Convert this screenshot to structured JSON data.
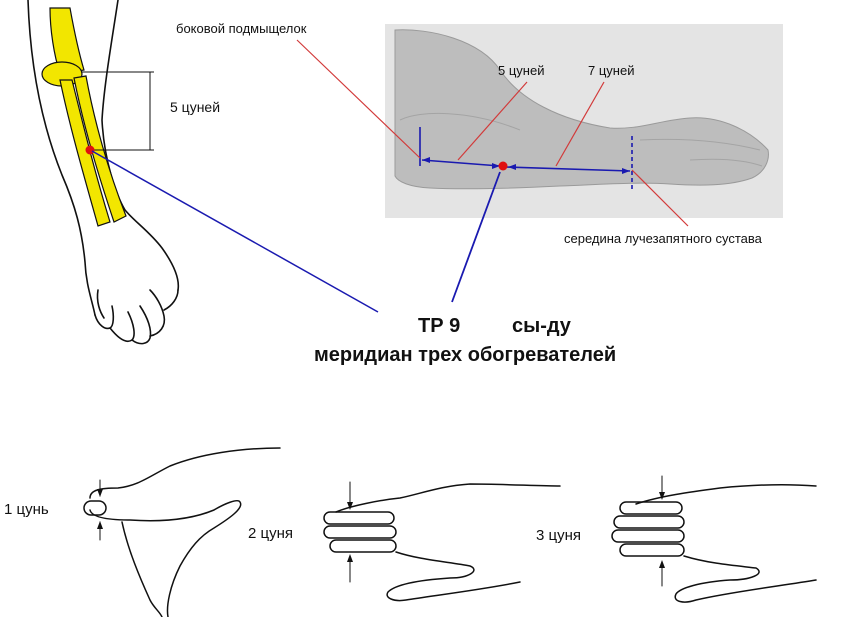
{
  "labels": {
    "lateral_condyle": "боковой подмыщелок",
    "wrist_middle": "середина лучезапятного сустава",
    "left_5_cun": "5 цуней",
    "photo_5_cun": "5 цуней",
    "photo_7_cun": "7 цуней"
  },
  "title": {
    "point_code": "ТР  9",
    "point_name": "сы-ду",
    "meridian": "меридиан трех обогревателей"
  },
  "measures": [
    {
      "label": "1 цунь"
    },
    {
      "label": "2 цуня"
    },
    {
      "label": "3 цуня"
    }
  ],
  "colors": {
    "bone": "#f2e600",
    "point": "#e01010",
    "blue_line": "#1a1ab0",
    "red_line": "#d23a3a",
    "photo_bg": "#e4e4e4",
    "outline": "#111111"
  }
}
